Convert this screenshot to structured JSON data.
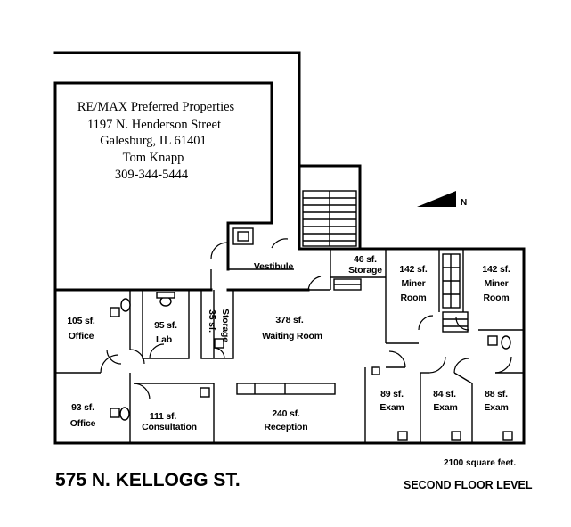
{
  "agent": {
    "company": "RE/MAX Preferred Properties",
    "street": "1197 N. Henderson Street",
    "city": "Galesburg, IL 61401",
    "name": "Tom Knapp",
    "phone": "309-344-5444"
  },
  "rooms": {
    "vestibule": [
      "Vestibule"
    ],
    "storage_46": [
      "46 sf.",
      "Storage"
    ],
    "miner_left": [
      "142 sf.",
      "Miner",
      "Room"
    ],
    "miner_right": [
      "142 sf.",
      "Miner",
      "Room"
    ],
    "office_105": [
      "105 sf.",
      "Office"
    ],
    "lab": [
      "95 sf.",
      "Lab"
    ],
    "storage_35": [
      "35 sf.",
      "Storage"
    ],
    "waiting": [
      "378 sf.",
      "Waiting Room"
    ],
    "office_93": [
      "93 sf.",
      "Office"
    ],
    "consultation": [
      "111 sf.",
      "Consultation"
    ],
    "reception": [
      "240 sf.",
      "Reception"
    ],
    "exam_89": [
      "89 sf.",
      "Exam"
    ],
    "exam_84": [
      "84 sf.",
      "Exam"
    ],
    "exam_88": [
      "88 sf.",
      "Exam"
    ]
  },
  "footer": {
    "address": "575 N. KELLOGG ST.",
    "square_feet": "2100 square feet.",
    "level": "SECOND FLOOR LEVEL"
  },
  "north_label": "N"
}
